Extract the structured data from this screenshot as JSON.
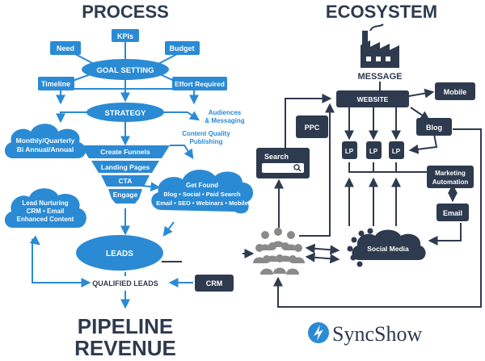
{
  "colors": {
    "blue": "#2a8ad4",
    "navy": "#2e3a4e",
    "gray": "#8a8a8a",
    "white": "#ffffff"
  },
  "process": {
    "title": "PROCESS",
    "kpis": "KPIs",
    "need": "Need",
    "budget": "Budget",
    "goal_setting": "GOAL SETTING",
    "timeline": "Timeline",
    "effort_required": "Effort Required",
    "strategy": "STRATEGY",
    "cadence": [
      "Monthly/Quarterly",
      "Bi Annual/Annual"
    ],
    "audiences": [
      "Audiences",
      "& Messaging"
    ],
    "content_quality": [
      "Content Quality",
      "Publishing"
    ],
    "funnel": [
      "Create Funnels",
      "Landing Pages",
      "CTA",
      "Engage"
    ],
    "get_found": [
      "Get Found",
      "Blog • Social • Paid Search",
      "Email • SEO • Webinars • Mobile"
    ],
    "lead_nurturing": [
      "Lead Nurturing",
      "CRM • Email",
      "Enhanced Content"
    ],
    "leads": "LEADS",
    "qualified_leads": "QUALIFIED LEADS",
    "crm": "CRM",
    "pipeline": "PIPELINE",
    "revenue": "REVENUE"
  },
  "ecosystem": {
    "title": "ECOSYSTEM",
    "message": "MESSAGE",
    "website": "WEBSITE",
    "mobile": "Mobile",
    "ppc": "PPC",
    "blog": "Blog",
    "search": "Search",
    "lp": [
      "LP",
      "LP",
      "LP"
    ],
    "marketing_automation": [
      "Marketing",
      "Automation"
    ],
    "email": "Email",
    "social_media": "Social Media"
  },
  "brand": {
    "name": "SyncShow"
  }
}
